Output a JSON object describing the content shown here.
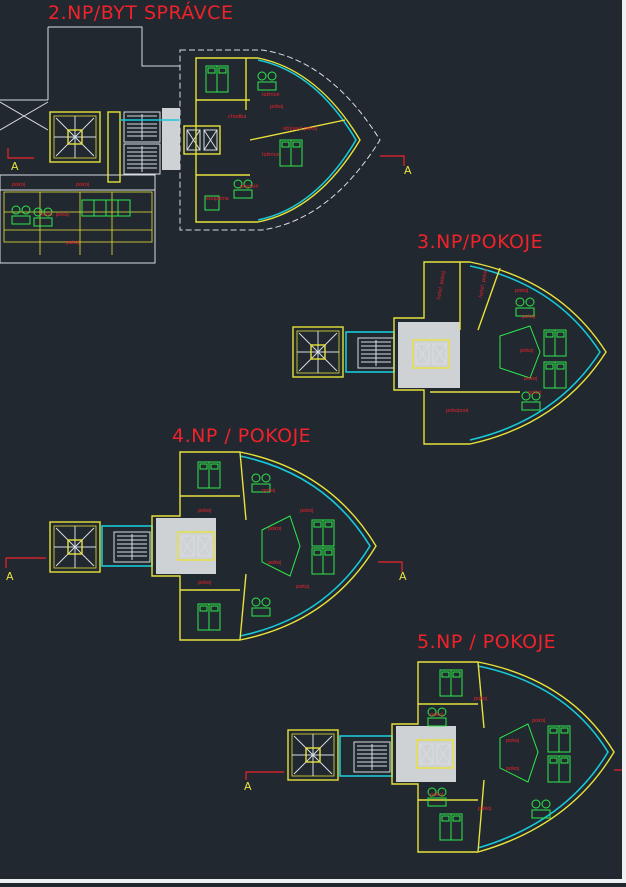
{
  "floors": [
    {
      "title": "2.NP/BYT SPRÁVCE",
      "rooms": [
        "ložnice",
        "pokoj",
        "chodba",
        "obývací pokoj",
        "ložnice",
        "předsíň",
        "koupelna",
        "pokoj",
        "pokoj"
      ]
    },
    {
      "title": "3.NP/POKOJE",
      "rooms": [
        "hotel. pokoj",
        "hotel. pokoj",
        "pokoj",
        "pokoj",
        "pokoj",
        "pokoj",
        "pokoj",
        "pokojová"
      ]
    },
    {
      "title": "4.NP / POKOJE",
      "rooms": [
        "pokoj",
        "pokoj",
        "pokoj",
        "pokoj",
        "pokoj",
        "pokoj",
        "pokoj"
      ]
    },
    {
      "title": "5.NP / POKOJE",
      "rooms": [
        "pokoj",
        "pokoj",
        "pokoj",
        "pokoj",
        "pokoj",
        "pokoj",
        "pokoj"
      ]
    }
  ],
  "section_markers": [
    "A",
    "A",
    "A",
    "A",
    "A"
  ],
  "colors": {
    "background": "#212830",
    "text": "#f0222a",
    "wall": "#e8e23a",
    "glass": "#18c8d8",
    "furniture": "#2ee84a",
    "core": "#cfd2d5"
  }
}
